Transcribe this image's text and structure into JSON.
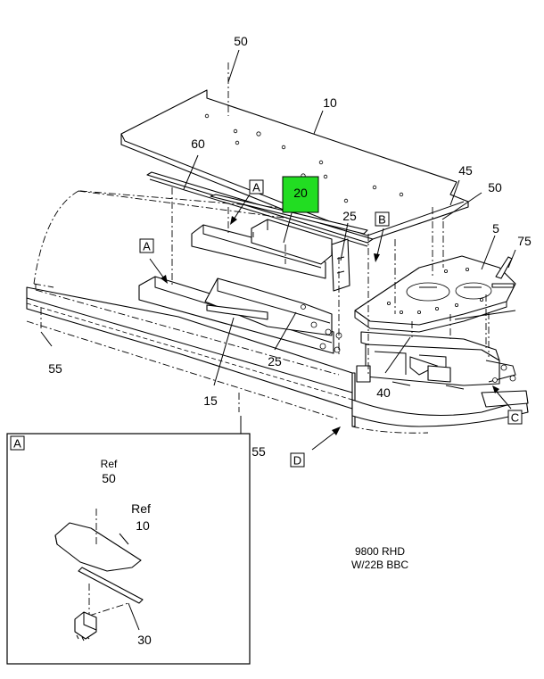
{
  "callouts": {
    "c50_top": "50",
    "c10": "10",
    "c60": "60",
    "c20": "20",
    "c25_a": "25",
    "c45": "45",
    "c50_right": "50",
    "c5": "5",
    "c75": "75",
    "c55_left": "55",
    "c25_b": "25",
    "c15": "15",
    "c40": "40",
    "c55_bottom": "55"
  },
  "view_letters": {
    "a_top": "A",
    "a_left": "A",
    "b": "B",
    "c": "C",
    "d": "D"
  },
  "detail_a": {
    "frame_letter": "A",
    "ref_50_label": "Ref",
    "ref_50": "50",
    "ref_10_label": "Ref",
    "ref_10": "10",
    "c30": "30"
  },
  "note": {
    "line1": "9800 RHD",
    "line2": "W/22B BBC"
  },
  "colors": {
    "highlight": "#22dd22",
    "ink": "#000000",
    "paper": "#ffffff"
  }
}
